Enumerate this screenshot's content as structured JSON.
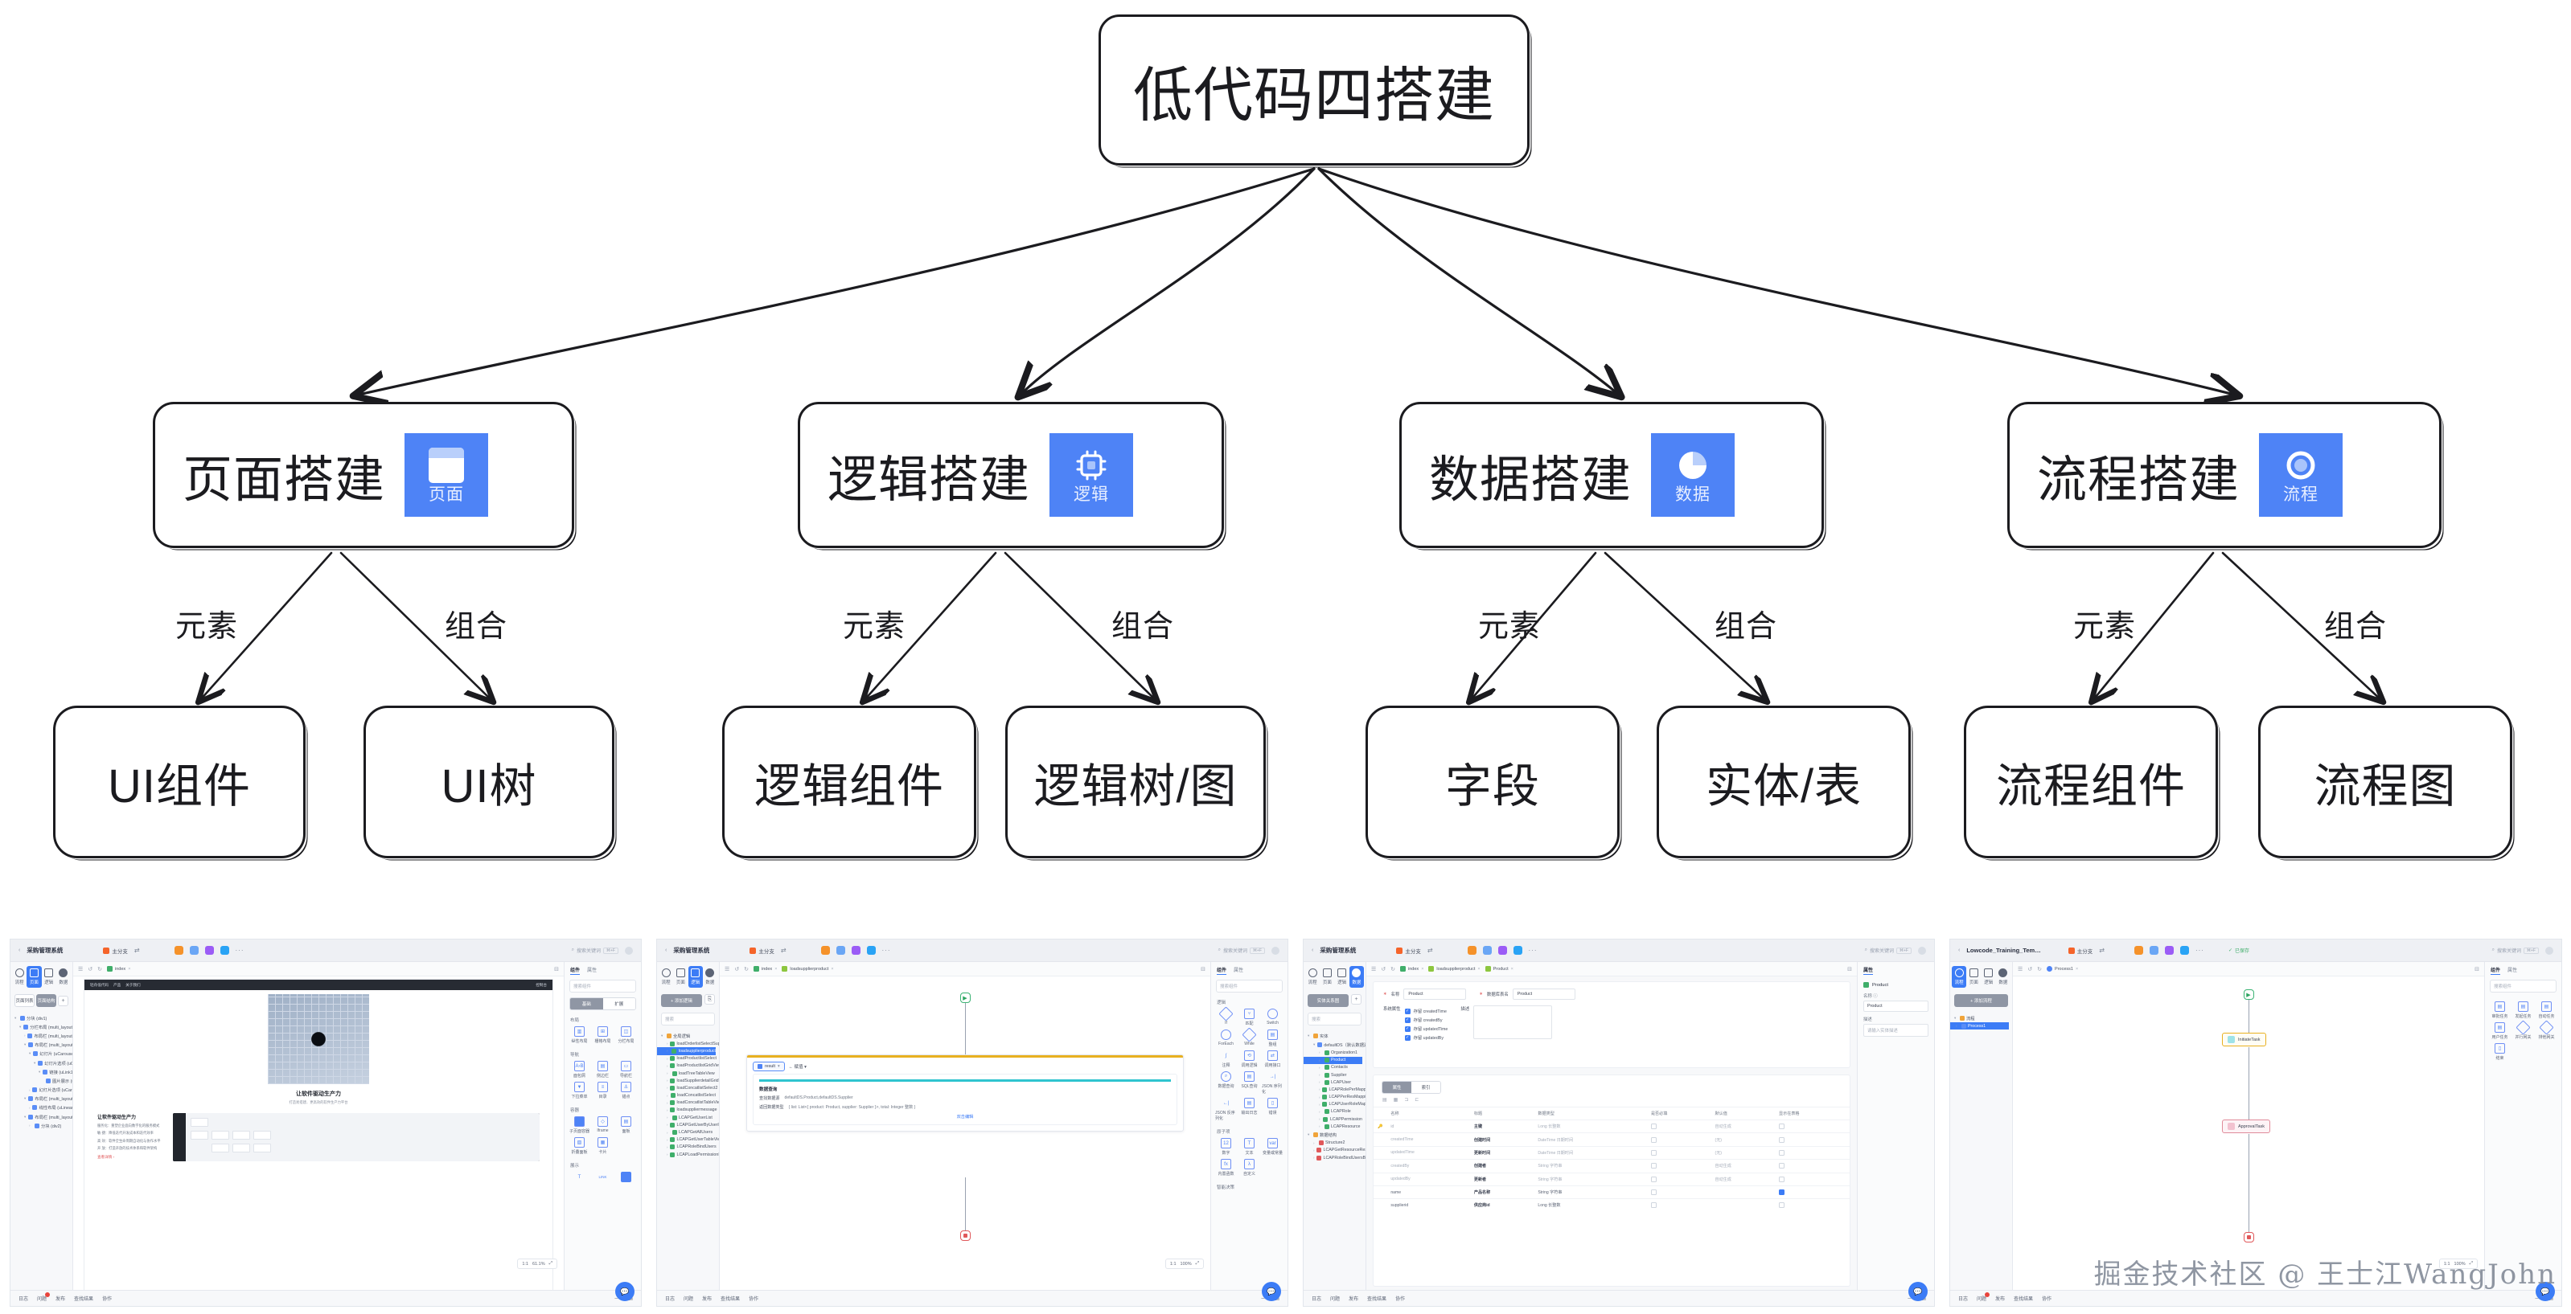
{
  "diagram": {
    "root": {
      "label": "低代码四搭建"
    },
    "level2": [
      {
        "label": "页面搭建",
        "badge_text": "页面",
        "badge_icon": "page-icon",
        "badge_color": "#4e83f6"
      },
      {
        "label": "逻辑搭建",
        "badge_text": "逻辑",
        "badge_icon": "chip-icon",
        "badge_color": "#4e83f6"
      },
      {
        "label": "数据搭建",
        "badge_text": "数据",
        "badge_icon": "pie-chart-icon",
        "badge_color": "#4e83f6"
      },
      {
        "label": "流程搭建",
        "badge_text": "流程",
        "badge_icon": "target-circle-icon",
        "badge_color": "#4e83f6"
      }
    ],
    "edge_labels": {
      "element": "元素",
      "composition": "组合"
    },
    "level3": [
      {
        "label": "UI组件"
      },
      {
        "label": "UI树"
      },
      {
        "label": "逻辑组件"
      },
      {
        "label": "逻辑树/图"
      },
      {
        "label": "字段"
      },
      {
        "label": "实体/表"
      },
      {
        "label": "流程组件"
      },
      {
        "label": "流程图"
      }
    ]
  },
  "shots": [
    {
      "app_title": "采购管理系统",
      "branch": "主分支",
      "search_placeholder": "搜索关键词",
      "search_kbd": "⌘+F",
      "modes": [
        "流程",
        "页面",
        "逻辑",
        "数据"
      ],
      "active_mode": "页面",
      "panel_tabs": [
        "页面列表",
        "页面结构"
      ],
      "panel_active_tab": "页面结构",
      "add_button": "+",
      "tree": [
        "分块 (div1)",
        "分栏布局 (multi_layout1)",
        "布局栏 (multi_layout_item1)",
        "布局栏 (multi_layout_item2)",
        "幻灯片 (uCarousel1)",
        "幻灯片选项 (uCarou…",
        "链接 (uLink1)",
        "图片展示 (uI…",
        "幻灯片选项 (uCarou…",
        "布局栏 (multi_layout_item3)",
        "线性布局 (uLinearLayo…",
        "布局栏 (multi_layout_item4)",
        "分块 (div2)"
      ],
      "canvas_tabs": [
        "index"
      ],
      "props_tabs": [
        "组件",
        "属性"
      ],
      "props_active": "组件",
      "props_search": "搜索组件",
      "props_seg": [
        "基础",
        "扩展"
      ],
      "props_seg_active": "基础",
      "groups": [
        {
          "title": "布局",
          "cells": [
            "纵性布局",
            "栅格布局",
            "分栏布局"
          ]
        },
        {
          "title": "导航",
          "cells": [
            "面包屑",
            "侧边栏",
            "导航栏",
            "下拉菜单",
            "目录",
            "锚点"
          ]
        },
        {
          "title": "容器",
          "cells": [
            "子页面容器",
            "Iframe",
            "面板",
            "折叠面板",
            "卡片"
          ]
        },
        {
          "title": "展示",
          "cells": [
            "T",
            "LINK",
            "图片"
          ]
        }
      ],
      "preview": {
        "nav_items": [
          "轻舟低代码",
          "产品",
          "关于我们"
        ],
        "nav_right": "控制台",
        "headline": "让软件驱动生产力",
        "subline": "打造易搭建、更高效的软件生产力平台",
        "section_title": "让软件驱动生产力",
        "bullets": [
          "服务化：重塑企业面向数字化的服务模式",
          "敏 捷：降低迭代开发成本和迭代效率",
          "高 效：软件全生命周期自动化与协作水平",
          "开 放：打造开放的技术体系和软件架构"
        ],
        "more_link": "查看详情 ›"
      },
      "zoom_ratio": "1:1",
      "zoom_value": "61.1%",
      "footer": [
        "日志",
        "问题",
        "发布",
        "查找结果",
        "协作"
      ]
    },
    {
      "app_title": "采购管理系统",
      "branch": "主分支",
      "search_placeholder": "搜索关键词",
      "search_kbd": "⌘+F",
      "modes": [
        "流程",
        "页面",
        "逻辑",
        "数据"
      ],
      "active_mode": "逻辑",
      "cta": "+ 添加逻辑",
      "search_box": "搜索",
      "tree_root": "全局逻辑",
      "tree": [
        "loadOrderlistSelectSupplier",
        "loadsupplierproduct",
        "loadProductlistSelect",
        "loadProductlistGridView",
        "loadTreeTableView",
        "loadSupplierdetailGridView",
        "loadConcatlistSelect2",
        "loadConcatlistSelect",
        "loadConcatlistTableView",
        "loadsuppliermessage",
        "LCAPGetUserList",
        "LCAPGetUserByUserId",
        "LCAPGetAllUsers",
        "LCAPGetUserTableView",
        "LCAPRoleBindUsers",
        "LCAPLoadPermissionManagementTableView"
      ],
      "tree_selected": "loadsupplierproduct",
      "canvas_tabs": [
        "index",
        "loadsupplierproduct"
      ],
      "logic_card": {
        "result_chip": "result",
        "assign_label": "← 赋值 ▾",
        "title": "数据查询",
        "rows": [
          {
            "k": "查找数据源",
            "v": "defaultDS.Product,defaultDS.Supplier"
          },
          {
            "k": "返回数据类型",
            "v": "{ list: List<{ product: Product, supplier: Supplier }>, total: Integer 整数 }"
          }
        ],
        "hint": "双击编辑"
      },
      "props_tabs": [
        "组件",
        "属性"
      ],
      "props_active": "组件",
      "props_search": "搜索组件",
      "groups": [
        {
          "title": "逻辑",
          "cells": [
            "If",
            "匹配",
            "Switch",
            "ForEach",
            "While",
            "整组",
            "注释",
            "调用逻辑",
            "调用接口",
            "数据查询",
            "SQL查询",
            "JSON 序列化",
            "JSON 反序列化",
            "输出日志",
            "错误"
          ]
        },
        {
          "title": "原子项",
          "cells": [
            "数字",
            "文本",
            "变量或常量",
            "内置函数",
            "自定义"
          ]
        },
        {
          "title": "智能决策",
          "cells": []
        }
      ],
      "zoom_ratio": "1:1",
      "zoom_value": "100%",
      "footer": [
        "日志",
        "问题",
        "发布",
        "查找结果",
        "协作"
      ]
    },
    {
      "app_title": "采购管理系统",
      "branch": "主分支",
      "search_placeholder": "搜索关键词",
      "search_kbd": "⌘+F",
      "modes": [
        "流程",
        "页面",
        "逻辑",
        "数据"
      ],
      "active_mode": "数据",
      "cta": "实体关系图",
      "search_box": "搜索",
      "tree_root": "实体",
      "tree_ds": "defaultDS（默认数据源）",
      "tree": [
        "Organization1",
        "Product",
        "Contacts",
        "Supplier",
        "LCAPUser",
        "LCAPRolePerMapping",
        "LCAPPerResMapping",
        "LCAPUserRoleMapping",
        "LCAPRole",
        "LCAPPermission",
        "LCAPResource"
      ],
      "tree_selected": "Product",
      "tree_root2": "数据结构",
      "tree2": [
        "Structure2",
        "LCAPGetResourceResult",
        "LCAPRoleBindUsersBody"
      ],
      "canvas_tabs": [
        "index",
        "loadsupplierproduct",
        "Product"
      ],
      "form": {
        "name_label": "名称",
        "name_value": "Product",
        "db_label": "数据库表名",
        "db_value": "Product",
        "sys_label": "系统属性",
        "sys_options": [
          "存留 createdTime",
          "存留 createdBy",
          "存留 updatedTime",
          "存留 updatedBy"
        ],
        "desc_label": "描述"
      },
      "table_tabs": [
        "属性",
        "索引"
      ],
      "table_tab_active": "属性",
      "table_headers": [
        "名称",
        "标题",
        "数据类型",
        "是否必填",
        "默认值",
        "显示在表格"
      ],
      "table_rows": [
        {
          "name": "id",
          "title": "主键",
          "type": "Long 长整数",
          "required": false,
          "default": "自动生成",
          "show": false,
          "muted": true,
          "key": true
        },
        {
          "name": "createdTime",
          "title": "创建时间",
          "type": "DateTime 日期时间",
          "required": false,
          "default": "(无)",
          "show": false,
          "muted": true
        },
        {
          "name": "updatedTime",
          "title": "更新时间",
          "type": "DateTime 日期时间",
          "required": false,
          "default": "(无)",
          "show": false,
          "muted": true
        },
        {
          "name": "createdBy",
          "title": "创建者",
          "type": "String 字符串",
          "required": false,
          "default": "自动生成",
          "show": false,
          "muted": true
        },
        {
          "name": "updatedBy",
          "title": "更新者",
          "type": "String 字符串",
          "required": false,
          "default": "自动生成",
          "show": false,
          "muted": true
        },
        {
          "name": "name",
          "title": "产品名称",
          "type": "String 字符串",
          "required": false,
          "default": "",
          "show": true,
          "muted": false
        },
        {
          "name": "supplierid",
          "title": "供应商id",
          "type": "Long 长整数",
          "required": false,
          "default": "",
          "show": false,
          "muted": false
        }
      ],
      "props_tabs": [
        "属性"
      ],
      "props_entity": "Product",
      "props_name_label": "名称",
      "props_name_value": "Product",
      "props_desc_label": "描述",
      "props_desc_placeholder": "请输入实体描述",
      "footer": [
        "日志",
        "问题",
        "发布",
        "查找结果",
        "协作"
      ]
    },
    {
      "app_title": "Lowcode_Training_Tem…",
      "branch": "主分支",
      "saved_status": "已保存",
      "search_placeholder": "搜索关键词",
      "search_kbd": "⌘+F",
      "modes": [
        "流程",
        "页面",
        "逻辑",
        "数据"
      ],
      "active_mode": "流程",
      "cta": "+ 添加流程",
      "tree_root": "流程",
      "tree": [
        "Process1"
      ],
      "tree_selected": "Process1",
      "canvas_tabs": [
        "Process1"
      ],
      "flow_nodes": [
        "InitiateTask",
        "ApprovalTask"
      ],
      "props_tabs": [
        "组件",
        "属性"
      ],
      "props_active": "组件",
      "props_search": "搜索组件",
      "groups": [
        {
          "title": "",
          "cells": [
            "审批任务",
            "发起任务",
            "自动任务",
            "用户任务",
            "并行网关",
            "排他网关",
            "结束"
          ]
        }
      ],
      "zoom_ratio": "1:1",
      "zoom_value": "100%",
      "footer": [
        "日志",
        "问题",
        "发布",
        "查找结果",
        "协作"
      ]
    }
  ],
  "watermark": "掘金技术社区 @ 王士江WangJohn"
}
